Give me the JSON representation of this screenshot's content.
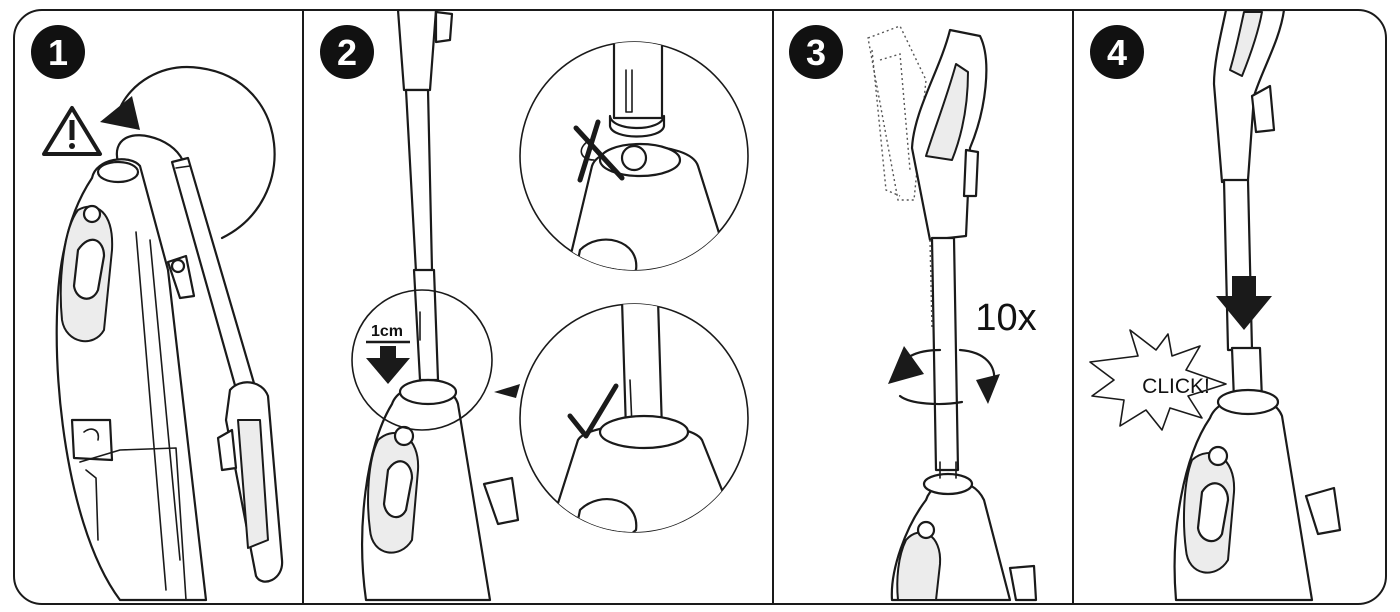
{
  "steps": [
    {
      "number": "1"
    },
    {
      "number": "2",
      "measure_label": "1cm"
    },
    {
      "number": "3",
      "rotation_label": "10x"
    },
    {
      "number": "4",
      "sound_label": "CLICK!"
    }
  ],
  "icons": {
    "warning": "warning-triangle-icon",
    "wrong": "cross-mark-icon",
    "correct": "check-mark-icon",
    "push_down": "down-arrow-icon",
    "rotate": "rotate-arrows-icon"
  }
}
